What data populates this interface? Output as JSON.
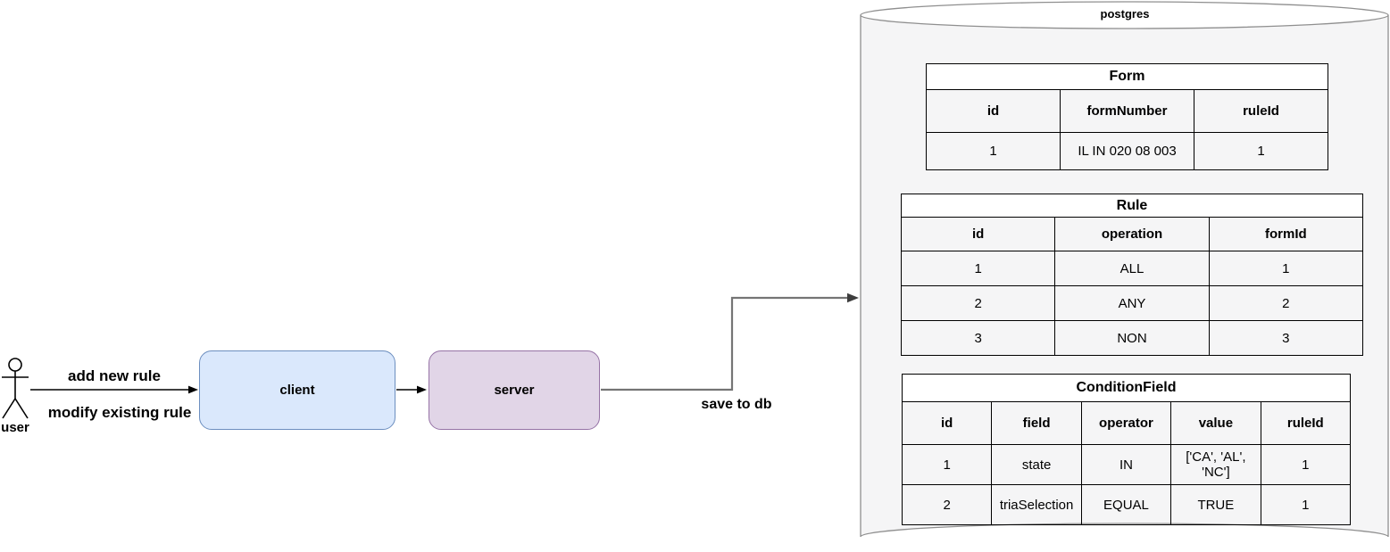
{
  "diagram": {
    "actor": {
      "label": "user"
    },
    "nodes": {
      "client": "client",
      "server": "server",
      "database": "postgres"
    },
    "edges": {
      "user_to_client_top": "add new rule",
      "user_to_client_bottom": "modify existing rule",
      "server_to_db": "save to db"
    },
    "colors": {
      "client_fill": "#dae8fc",
      "client_border": "#6c8ebf",
      "server_fill": "#e1d5e7",
      "server_border": "#9673a6",
      "database_fill": "#f5f5f6",
      "database_border": "#8f8f8f",
      "arrow_black": "#000000",
      "arrow_gray": "#757575"
    },
    "tables": [
      {
        "title": "Form",
        "headers": [
          "id",
          "formNumber",
          "ruleId"
        ],
        "rows": [
          [
            "1",
            "IL IN 020 08 003",
            "1"
          ]
        ]
      },
      {
        "title": "Rule",
        "headers": [
          "id",
          "operation",
          "formId"
        ],
        "rows": [
          [
            "1",
            "ALL",
            "1"
          ],
          [
            "2",
            "ANY",
            "2"
          ],
          [
            "3",
            "NON",
            "3"
          ]
        ]
      },
      {
        "title": "ConditionField",
        "headers": [
          "id",
          "field",
          "operator",
          "value",
          "ruleId"
        ],
        "rows": [
          [
            "1",
            "state",
            "IN",
            "['CA', 'AL', 'NC']",
            "1"
          ],
          [
            "2",
            "triaSelection",
            "EQUAL",
            "TRUE",
            "1"
          ]
        ]
      }
    ]
  }
}
